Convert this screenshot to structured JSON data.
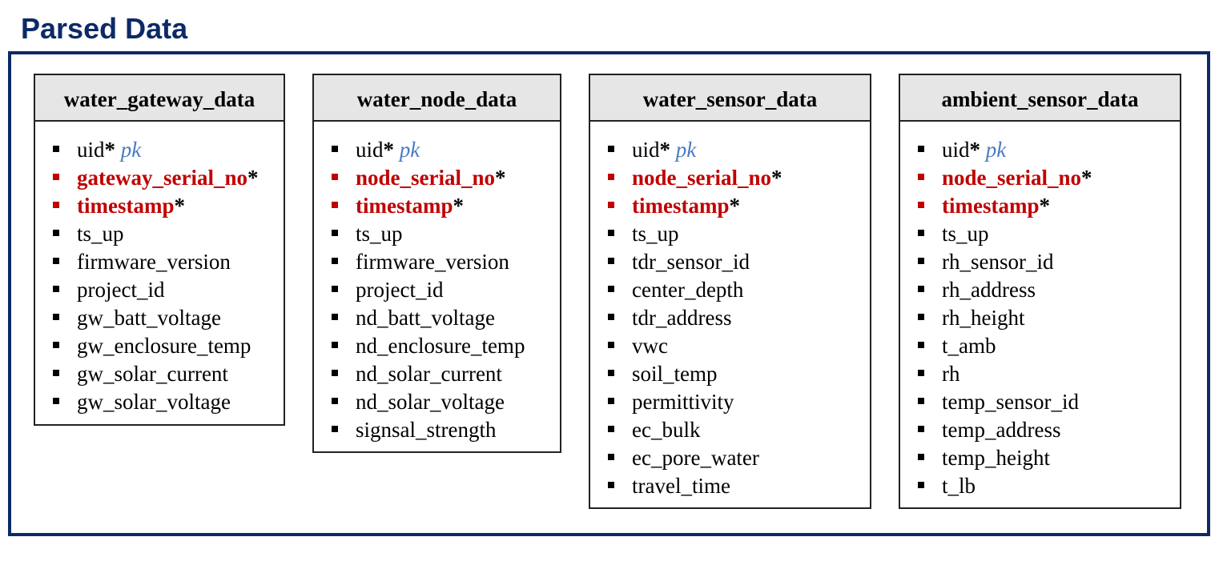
{
  "page": {
    "title": "Parsed Data"
  },
  "colors": {
    "title": "#0d2a66",
    "frame": "#0d2a66",
    "key_field": "#c00000",
    "pk_tag": "#4a7bc4",
    "header_bg": "#e6e6e6"
  },
  "tables": [
    {
      "name": "water_gateway_data",
      "fields": [
        {
          "name": "uid",
          "required": "*",
          "tag": "pk",
          "key": false
        },
        {
          "name": "gateway_serial_no",
          "required": "*",
          "tag": "",
          "key": true
        },
        {
          "name": "timestamp",
          "required": "*",
          "tag": "",
          "key": true
        },
        {
          "name": "ts_up",
          "required": "",
          "tag": "",
          "key": false
        },
        {
          "name": "firmware_version",
          "required": "",
          "tag": "",
          "key": false
        },
        {
          "name": "project_id",
          "required": "",
          "tag": "",
          "key": false
        },
        {
          "name": "gw_batt_voltage",
          "required": "",
          "tag": "",
          "key": false
        },
        {
          "name": "gw_enclosure_temp",
          "required": "",
          "tag": "",
          "key": false
        },
        {
          "name": "gw_solar_current",
          "required": "",
          "tag": "",
          "key": false
        },
        {
          "name": "gw_solar_voltage",
          "required": "",
          "tag": "",
          "key": false
        }
      ]
    },
    {
      "name": "water_node_data",
      "fields": [
        {
          "name": "uid",
          "required": "*",
          "tag": "pk",
          "key": false
        },
        {
          "name": "node_serial_no",
          "required": "*",
          "tag": "",
          "key": true
        },
        {
          "name": "timestamp",
          "required": "*",
          "tag": "",
          "key": true
        },
        {
          "name": "ts_up",
          "required": "",
          "tag": "",
          "key": false
        },
        {
          "name": "firmware_version",
          "required": "",
          "tag": "",
          "key": false
        },
        {
          "name": "project_id",
          "required": "",
          "tag": "",
          "key": false
        },
        {
          "name": "nd_batt_voltage",
          "required": "",
          "tag": "",
          "key": false
        },
        {
          "name": "nd_enclosure_temp",
          "required": "",
          "tag": "",
          "key": false
        },
        {
          "name": "nd_solar_current",
          "required": "",
          "tag": "",
          "key": false
        },
        {
          "name": "nd_solar_voltage",
          "required": "",
          "tag": "",
          "key": false
        },
        {
          "name": "signsal_strength",
          "required": "",
          "tag": "",
          "key": false
        }
      ]
    },
    {
      "name": "water_sensor_data",
      "fields": [
        {
          "name": "uid",
          "required": "*",
          "tag": "pk",
          "key": false
        },
        {
          "name": "node_serial_no",
          "required": "*",
          "tag": "",
          "key": true
        },
        {
          "name": "timestamp",
          "required": "*",
          "tag": "",
          "key": true
        },
        {
          "name": "ts_up",
          "required": "",
          "tag": "",
          "key": false
        },
        {
          "name": "tdr_sensor_id",
          "required": "",
          "tag": "",
          "key": false
        },
        {
          "name": "center_depth",
          "required": "",
          "tag": "",
          "key": false
        },
        {
          "name": "tdr_address",
          "required": "",
          "tag": "",
          "key": false
        },
        {
          "name": "vwc",
          "required": "",
          "tag": "",
          "key": false
        },
        {
          "name": "soil_temp",
          "required": "",
          "tag": "",
          "key": false
        },
        {
          "name": "permittivity",
          "required": "",
          "tag": "",
          "key": false
        },
        {
          "name": "ec_bulk",
          "required": "",
          "tag": "",
          "key": false
        },
        {
          "name": "ec_pore_water",
          "required": "",
          "tag": "",
          "key": false
        },
        {
          "name": "travel_time",
          "required": "",
          "tag": "",
          "key": false
        }
      ]
    },
    {
      "name": "ambient_sensor_data",
      "fields": [
        {
          "name": "uid",
          "required": "*",
          "tag": "pk",
          "key": false
        },
        {
          "name": "node_serial_no",
          "required": "*",
          "tag": "",
          "key": true
        },
        {
          "name": "timestamp",
          "required": "*",
          "tag": "",
          "key": true
        },
        {
          "name": "ts_up",
          "required": "",
          "tag": "",
          "key": false
        },
        {
          "name": "rh_sensor_id",
          "required": "",
          "tag": "",
          "key": false
        },
        {
          "name": "rh_address",
          "required": "",
          "tag": "",
          "key": false
        },
        {
          "name": "rh_height",
          "required": "",
          "tag": "",
          "key": false
        },
        {
          "name": "t_amb",
          "required": "",
          "tag": "",
          "key": false
        },
        {
          "name": "rh",
          "required": "",
          "tag": "",
          "key": false
        },
        {
          "name": "temp_sensor_id",
          "required": "",
          "tag": "",
          "key": false
        },
        {
          "name": "temp_address",
          "required": "",
          "tag": "",
          "key": false
        },
        {
          "name": "temp_height",
          "required": "",
          "tag": "",
          "key": false
        },
        {
          "name": "t_lb",
          "required": "",
          "tag": "",
          "key": false
        }
      ]
    }
  ]
}
